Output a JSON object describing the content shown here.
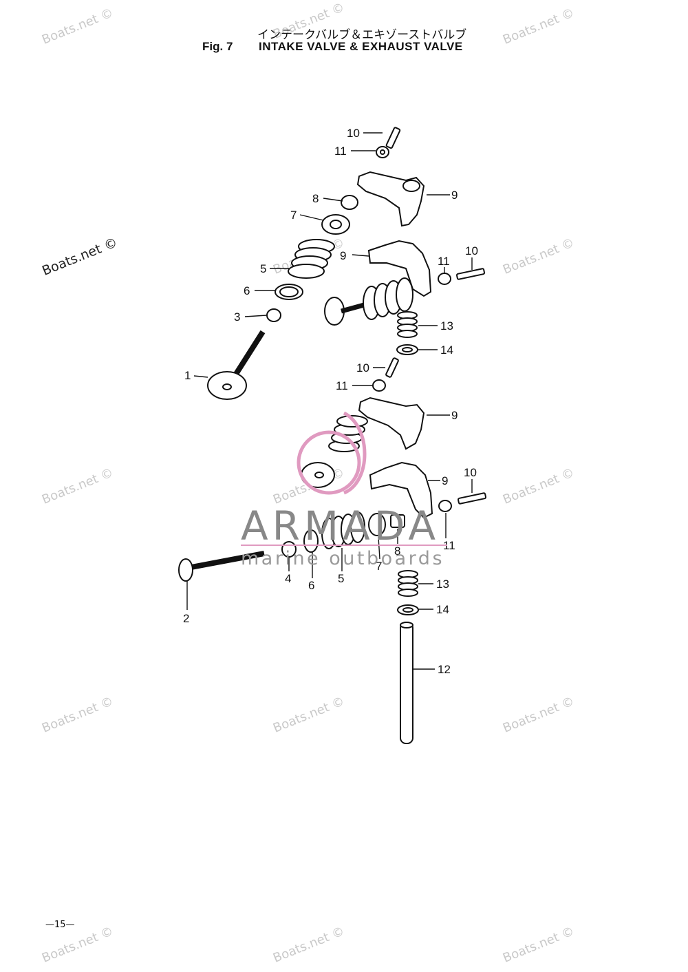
{
  "header": {
    "title_jp": "インテークバルブ＆エキゾーストバルブ",
    "fig": "Fig. 7",
    "title_en": "INTAKE VALVE & EXHAUST VALVE"
  },
  "footer": {
    "page": "—15—"
  },
  "watermark": {
    "text": "Boats.net ©",
    "brand": "ARMADA",
    "brand_sub": "marine outboards",
    "brand_color": "#e09ac0"
  },
  "callouts": [
    "10",
    "11",
    "9",
    "8",
    "7",
    "9",
    "11",
    "10",
    "5",
    "6",
    "3",
    "13",
    "14",
    "1",
    "10",
    "11",
    "9",
    "9",
    "10",
    "11",
    "8",
    "7",
    "5",
    "6",
    "4",
    "2",
    "13",
    "14",
    "12"
  ]
}
